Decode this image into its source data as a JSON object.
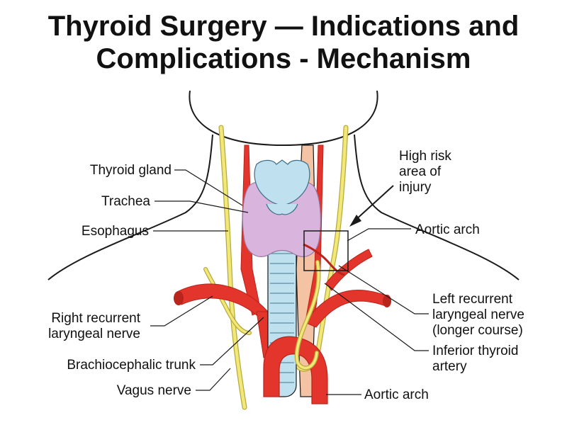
{
  "title": {
    "line1": "Thyroid Surgery — Indications and",
    "line2": "Complications - Mechanism"
  },
  "labels": {
    "thyroid_gland": "Thyroid gland",
    "trachea": "Trachea",
    "esophagus": "Esophagus",
    "right_recurrent_1": "Right recurrent",
    "right_recurrent_2": "laryngeal nerve",
    "brachiocephalic_trunk": "Brachiocephalic trunk",
    "vagus_nerve": "Vagus nerve",
    "high_risk_1": "High risk",
    "high_risk_2": "area of",
    "high_risk_3": "injury",
    "aortic_arch_upper": "Aortic arch",
    "left_recurrent_1": "Left recurrent",
    "left_recurrent_2": "laryngeal nerve",
    "left_recurrent_3": "(longer course)",
    "inferior_thyroid_1": "Inferior thyroid",
    "inferior_thyroid_2": "artery",
    "aortic_arch_lower": "Aortic arch"
  },
  "colors": {
    "artery": "#e3352b",
    "artery_dark": "#b9241c",
    "nerve": "#f2e87a",
    "nerve_outline": "#b8a93a",
    "thyroid": "#d9b5dd",
    "cartilage": "#bfe0ee",
    "esophagus": "#f3c3a3",
    "outline": "#1a1a1a"
  }
}
